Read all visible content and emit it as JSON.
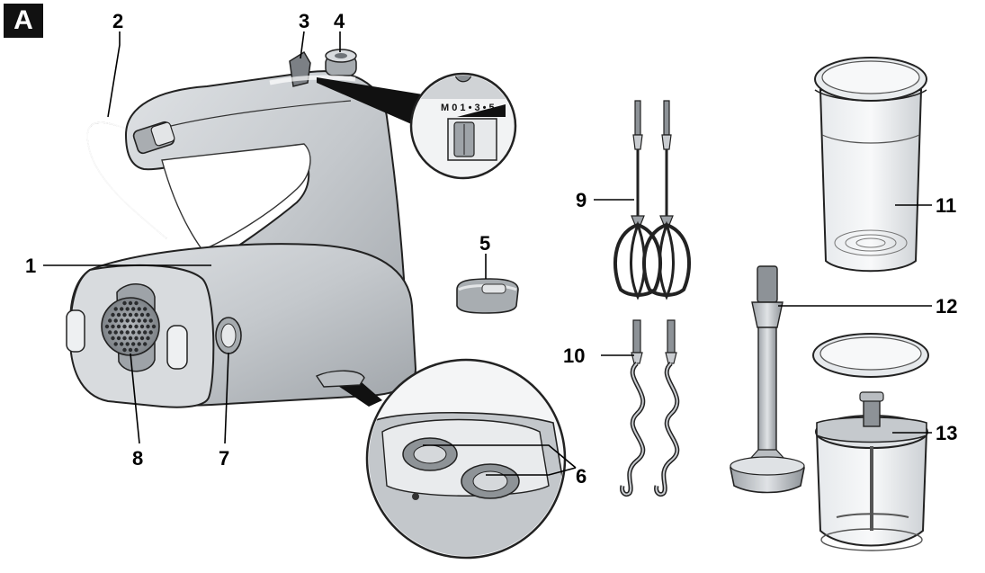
{
  "figure_label": "A",
  "callouts": [
    {
      "id": "c1",
      "text": "1"
    },
    {
      "id": "c2",
      "text": "2"
    },
    {
      "id": "c3",
      "text": "3"
    },
    {
      "id": "c4",
      "text": "4"
    },
    {
      "id": "c5",
      "text": "5"
    },
    {
      "id": "c6",
      "text": "6"
    },
    {
      "id": "c7",
      "text": "7"
    },
    {
      "id": "c8",
      "text": "8"
    },
    {
      "id": "c9",
      "text": "9"
    },
    {
      "id": "c10",
      "text": "10"
    },
    {
      "id": "c11",
      "text": "11"
    },
    {
      "id": "c12",
      "text": "12"
    },
    {
      "id": "c13",
      "text": "13"
    }
  ],
  "speed_dial": {
    "scale_text": "M 0 1 • 3 • 5"
  },
  "colors": {
    "body_grey": "#c9ccd0",
    "dark_grey": "#8e9296",
    "outline": "#222222"
  }
}
